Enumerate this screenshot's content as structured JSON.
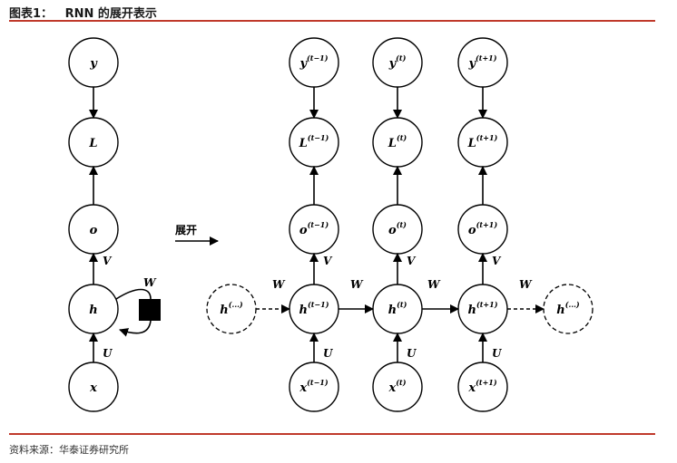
{
  "header": {
    "figure_label": "图表1：",
    "title": "RNN 的展开表示"
  },
  "footer": {
    "source": "资料来源：华泰证券研究所"
  },
  "diagram": {
    "folded": {
      "nodes": {
        "y": "y",
        "L": "L",
        "o": "o",
        "h": "h",
        "x": "x"
      },
      "edges": {
        "V": "V",
        "W": "W",
        "U": "U"
      }
    },
    "unfold_label": "展开",
    "unrolled": {
      "steps": [
        {
          "sup": "(t−1)",
          "y": "y",
          "L": "L",
          "o": "o",
          "h": "h",
          "x": "x"
        },
        {
          "sup": "(t)",
          "y": "y",
          "L": "L",
          "o": "o",
          "h": "h",
          "x": "x"
        },
        {
          "sup": "(t+1)",
          "y": "y",
          "L": "L",
          "o": "o",
          "h": "h",
          "x": "x"
        }
      ],
      "h_prev": {
        "base": "h",
        "sup": "(...)"
      },
      "h_next": {
        "base": "h",
        "sup": "(...)"
      },
      "edge_labels": {
        "V": "V",
        "U": "U",
        "W": "W"
      }
    }
  },
  "colors": {
    "rule": "#c0392b",
    "ink": "#000000"
  }
}
